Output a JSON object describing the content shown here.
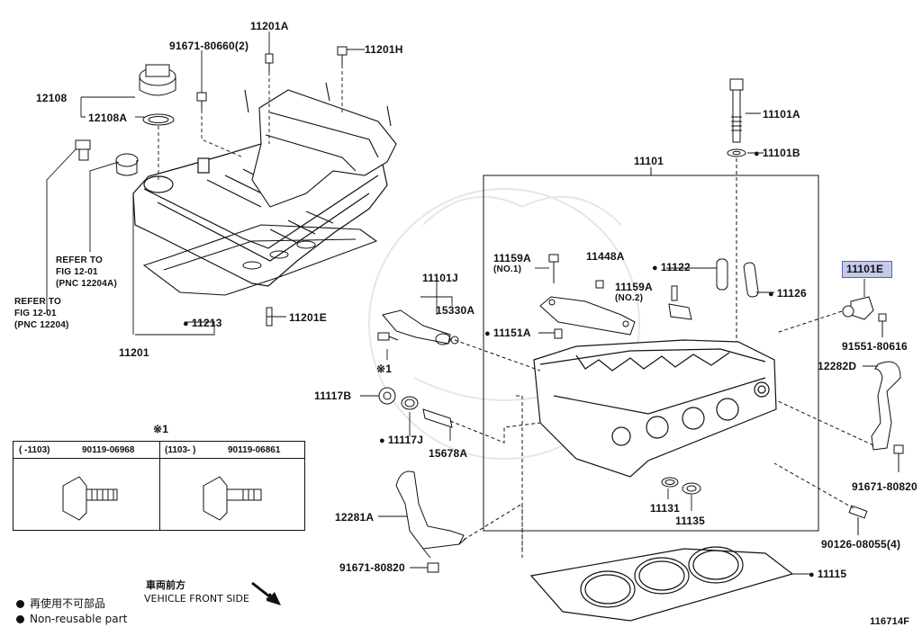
{
  "diagram_code": "116714F",
  "highlighted_part": "11101E",
  "callouts": {
    "p11201A": "11201A",
    "p91671_80660": "91671-80660(2)",
    "p11201H": "11201H",
    "p12108": "12108",
    "p12108A": "12108A",
    "refer1_a": "REFER TO",
    "refer1_b": "FIG 12-01",
    "refer1_c": "(PNC 12204A)",
    "refer2_a": "REFER TO",
    "refer2_b": "FIG 12-01",
    "refer2_c": "(PNC 12204)",
    "p11213": "11213",
    "p11201E": "11201E",
    "p11201": "11201",
    "p11101A": "11101A",
    "p11101B": "11101B",
    "p11101": "11101",
    "p11101E": "11101E",
    "p91551_80616": "91551-80616",
    "p12282D": "12282D",
    "p91671_80820_r": "91671-80820",
    "p90126_08055": "90126-08055(4)",
    "p11115": "11115",
    "p11159A_1": "11159A",
    "no1": "(NO.1)",
    "p11448A": "11448A",
    "p11122": "11122",
    "p11159A_2": "11159A",
    "no2": "(NO.2)",
    "p11126": "11126",
    "p11101J": "11101J",
    "p15330A": "15330A",
    "p11151A": "11151A",
    "note1": "※1",
    "p11117B": "11117B",
    "p11117J": "11117J",
    "p15678A": "15678A",
    "p11131": "11131",
    "p11135": "11135",
    "p12281A": "12281A",
    "p91671_80820_b": "91671-80820"
  },
  "note_table": {
    "marker": "※1",
    "left_range": "(      -1103)",
    "left_part": "90119-06968",
    "right_range": "(1103-      )",
    "right_part": "90119-06861"
  },
  "front_side": {
    "jp": "車両前方",
    "en": "VEHICLE FRONT SIDE"
  },
  "legend": {
    "jp": "再使用不可部品",
    "en": "Non-reusable part"
  }
}
